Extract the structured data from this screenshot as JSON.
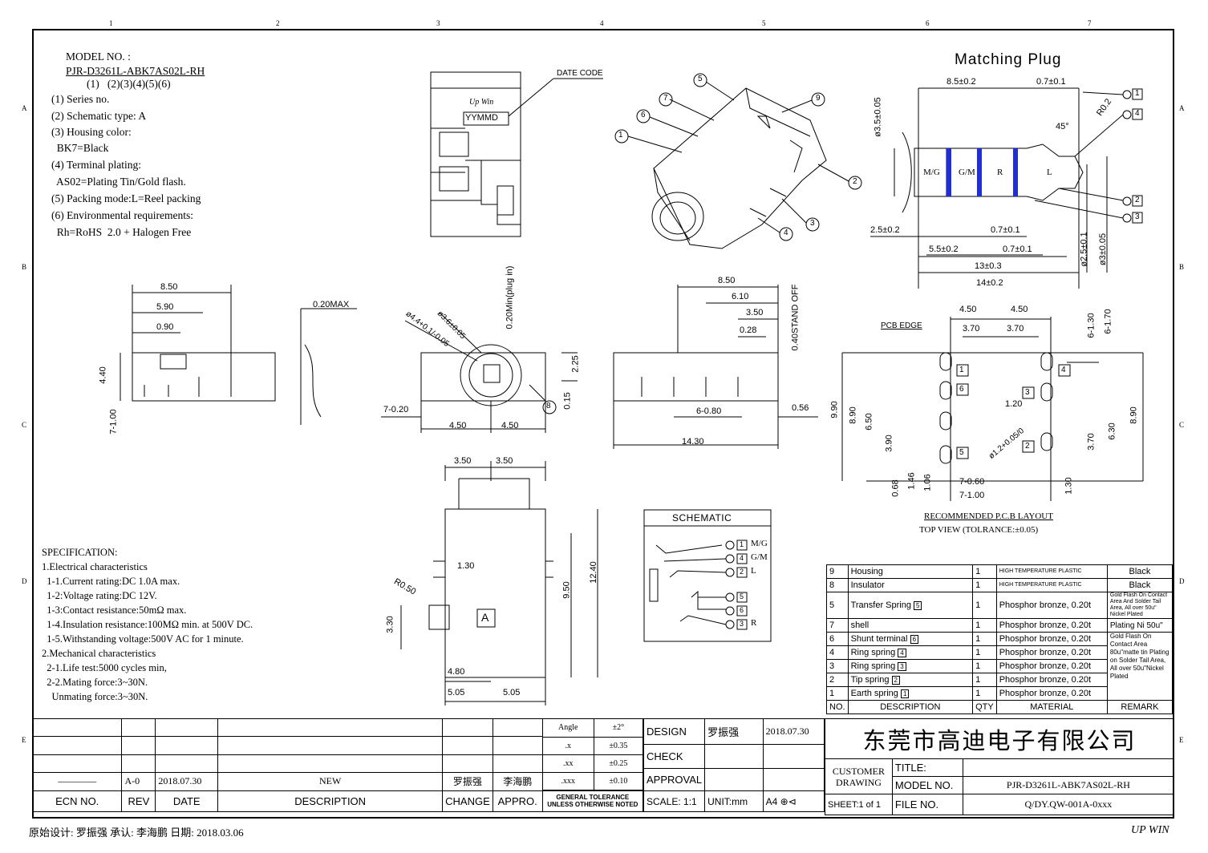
{
  "header": {
    "zone_top": [
      "1",
      "2",
      "3",
      "4",
      "5",
      "6",
      "7"
    ],
    "zone_side": [
      "A",
      "B",
      "C",
      "D",
      "E"
    ]
  },
  "model_block": {
    "label": "MODEL NO. :",
    "model": "PJR-D3261L-ABK7AS02L-RH",
    "index_line": "(1)   (2)(3)(4)(5)(6)",
    "lines": [
      "(1) Series no.",
      "(2) Schematic type: A",
      "(3) Housing color:",
      "  BK7=Black",
      "(4) Terminal plating:",
      "  AS02=Plating Tin/Gold flash.",
      "(5) Packing mode:L=Reel packing",
      "(6) Environmental requirements:",
      "  Rh=RoHS  2.0 + Halogen Free"
    ]
  },
  "top_view_labels": {
    "date_code": "DATE CODE",
    "brand": "Up Win",
    "date_format": "YYMMD"
  },
  "iso_view": {
    "callouts": [
      "1",
      "2",
      "3",
      "4",
      "5",
      "6",
      "7",
      "9"
    ]
  },
  "matching_plug": {
    "title": "Matching Plug",
    "dims": [
      "8.5±0.2",
      "0.7±0.1",
      "R0.2",
      "45°",
      "ø3.5±0.05",
      "2.5±0.2",
      "0.7±0.1",
      "5.5±0.2",
      "0.7±0.1",
      "13±0.3",
      "14±0.2",
      "ø2.5±0.1",
      "ø3±0.05"
    ],
    "segments": [
      "M/G",
      "G/M",
      "R",
      "L"
    ],
    "pins": [
      "1",
      "4",
      "2",
      "3"
    ]
  },
  "front_view": {
    "dims": [
      "8.50",
      "5.90",
      "0.90",
      "4.40",
      "7-1.00",
      "0.20MAX"
    ]
  },
  "side_view": {
    "dims": [
      "ø4.4+0.1/-0.05",
      "ø3.6±0.05",
      "0.20Min(plug in)",
      "2.25",
      "0.15",
      "7-0.20",
      "4.50",
      "4.50",
      "8"
    ]
  },
  "rear_view": {
    "dims": [
      "8.50",
      "6.10",
      "3.50",
      "0.28",
      "0.40STAND OFF",
      "6-0.80",
      "0.56",
      "14.30"
    ]
  },
  "pcb_layout": {
    "pcb_edge": "PCB EDGE",
    "dims": [
      "4.50",
      "4.50",
      "3.70",
      "3.70",
      "6-1.30",
      "6-1.70",
      "9.90",
      "8.90",
      "6.50",
      "3.90",
      "1.20",
      "ø1.2+0.05/0",
      "8.90",
      "6.30",
      "3.70",
      "0.68",
      "1.46",
      "1.06",
      "7-0.60",
      "7-1.00",
      "1.30"
    ],
    "pins": [
      "1",
      "6",
      "3",
      "4",
      "2",
      "5"
    ],
    "caption1": "RECOMMENDED P.C.B LAYOUT",
    "caption2": "TOP VIEW (TOLRANCE:±0.05)"
  },
  "bottom_view": {
    "dims": [
      "3.50",
      "3.50",
      "1.30",
      "R0.50",
      "3.30",
      "9.50",
      "12.40",
      "4.80",
      "5.05",
      "5.05"
    ],
    "mark": "A"
  },
  "schematic": {
    "title": "SCHEMATIC",
    "pins": [
      {
        "num": "1",
        "label": "M/G"
      },
      {
        "num": "4",
        "label": "G/M"
      },
      {
        "num": "2",
        "label": "L"
      },
      {
        "num": "5",
        "label": ""
      },
      {
        "num": "6",
        "label": ""
      },
      {
        "num": "3",
        "label": "R"
      }
    ]
  },
  "specification": {
    "title": "SPECIFICATION:",
    "lines": [
      "1.Electrical characteristics",
      "  1-1.Current rating:DC 1.0A max.",
      "  1-2:Voltage rating:DC 12V.",
      "  1-3:Contact resistance:50mΩ max.",
      "  1-4.Insulation resistance:100MΩ min. at 500V DC.",
      "  1-5.Withstanding voltage:500V AC for 1 minute.",
      "2.Mechanical characteristics",
      "  2-1.Life test:5000 cycles min,",
      "  2-2.Mating force:3~30N.",
      "    Unmating force:3~30N."
    ]
  },
  "bom": {
    "header": {
      "no": "NO.",
      "desc": "DESCRIPTION",
      "qty": "QTY",
      "mat": "MATERIAL",
      "rem": "REMARK"
    },
    "rows": [
      {
        "no": "9",
        "desc": "Housing",
        "pin": "",
        "qty": "1",
        "mat": "HIGH TEMPERATURE PLASTIC",
        "rem": "Black"
      },
      {
        "no": "8",
        "desc": "Insulator",
        "pin": "",
        "qty": "1",
        "mat": "HIGH TEMPERATURE PLASTIC",
        "rem": "Black"
      },
      {
        "no": "5",
        "desc": "Transfer Spring",
        "pin": "5",
        "qty": "1",
        "mat": "Phosphor bronze, 0.20t",
        "rem": "Gold Flash On Contact Area And Solder Tail Area, All over 50u\" Nickel Plated"
      },
      {
        "no": "7",
        "desc": "shell",
        "pin": "",
        "qty": "1",
        "mat": "Phosphor bronze, 0.20t",
        "rem": "Plating Ni 50u\""
      },
      {
        "no": "6",
        "desc": "Shunt terminal",
        "pin": "6",
        "qty": "1",
        "mat": "Phosphor bronze, 0.20t",
        "rem": ""
      },
      {
        "no": "4",
        "desc": "Ring spring",
        "pin": "4",
        "qty": "1",
        "mat": "Phosphor bronze, 0.20t",
        "rem": ""
      },
      {
        "no": "3",
        "desc": "Ring spring",
        "pin": "3",
        "qty": "1",
        "mat": "Phosphor bronze, 0.20t",
        "rem": ""
      },
      {
        "no": "2",
        "desc": "Tip spring",
        "pin": "2",
        "qty": "1",
        "mat": "Phosphor bronze, 0.20t",
        "rem": ""
      },
      {
        "no": "1",
        "desc": "Earth spring",
        "pin": "1",
        "qty": "1",
        "mat": "Phosphor bronze, 0.20t",
        "rem": ""
      }
    ],
    "merged_remark": "Gold Flash On Contact Area 80u\"matte tin Plating on Solder Tail Area, All over 50u\"Nickel Plated"
  },
  "revision_block": {
    "row": {
      "ecn": "————",
      "rev": "A-0",
      "date": "2018.07.30",
      "desc": "NEW",
      "change": "罗振强",
      "appro": "李海鹏"
    },
    "labels": {
      "ecn": "ECN NO.",
      "rev": "REV",
      "date": "DATE",
      "desc": "DESCRIPTION",
      "change": "CHANGE",
      "appro": "APPRO."
    }
  },
  "tolerance": {
    "rows": [
      {
        "k": "Angle",
        "v": "±2°"
      },
      {
        "k": ".x",
        "v": "±0.35"
      },
      {
        "k": ".xx",
        "v": "±0.25"
      },
      {
        "k": ".xxx",
        "v": "±0.10"
      }
    ],
    "note": "GENERAL TOLERANCE UNLESS OTHERWISE NOTED"
  },
  "approval": {
    "design_label": "DESIGN",
    "designer": "罗振强",
    "design_date": "2018.07.30",
    "check_label": "CHECK",
    "approval_label": "APPROVAL",
    "scale_label": "SCALE: 1:1",
    "unit_label": "UNIT:mm",
    "paper": "A4"
  },
  "title_block": {
    "company": "东莞市高迪电子有限公司",
    "customer_drawing": "CUSTOMER DRAWING",
    "title_label": "TITLE:",
    "model_label": "MODEL NO.",
    "model_value": "PJR-D3261L-ABK7AS02L-RH",
    "sheet_label": "SHEET:1 of 1",
    "file_label": "FILE NO.",
    "file_value": "Q/DY.QW-001A-0xxx"
  },
  "footer": {
    "left": "原始设计: 罗振强   承认: 李海鹏   日期: 2018.03.06",
    "right": "UP WIN"
  },
  "colors": {
    "blue_band": "#1f2fd6",
    "line": "#000000"
  }
}
